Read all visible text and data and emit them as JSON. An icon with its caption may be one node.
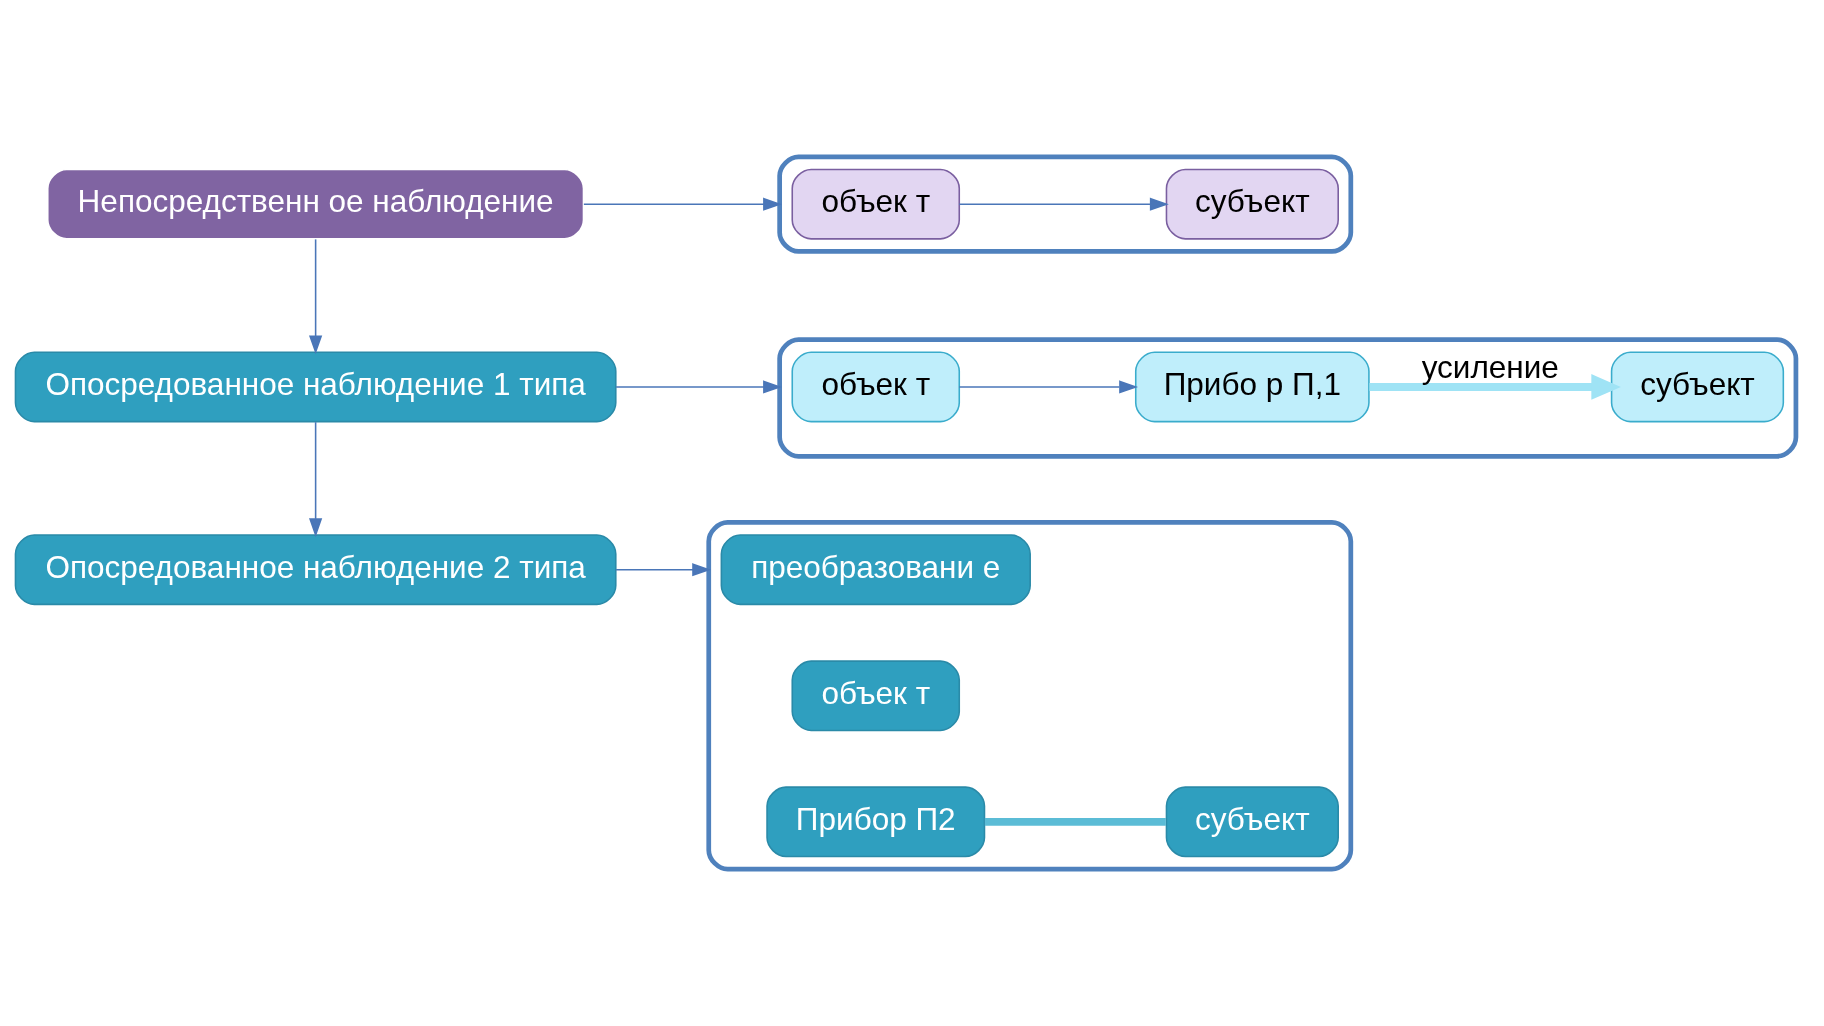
{
  "diagram": {
    "nodes": [
      {
        "text": [
          "Непосредственн ое наблюдение"
        ]
      },
      {
        "text": [],
        "shape": "box"
      },
      {
        "text": [
          "объек т"
        ],
        "in": 1
      },
      {
        "text": [
          "субъект"
        ],
        "in": 1
      },
      {
        "text": [
          "Опосредованное наблюдение 1 типа"
        ]
      },
      {
        "text": [],
        "shape": "box"
      },
      {
        "text": [
          "объек т"
        ],
        "in": 5
      },
      {
        "text": [
          "Прибо р П,1"
        ],
        "in": 5
      },
      {
        "text": [
          "субъект"
        ],
        "in": 5
      },
      {
        "text": [
          "Опосредованное наблюдение 2 типа"
        ]
      },
      {
        "text": [],
        "shape": "box"
      },
      {
        "text": [
          "преобразовани е"
        ],
        "in": 10
      },
      {
        "text": [
          "объек т"
        ],
        "in": 10
      },
      {
        "text": [
          "Прибор П2"
        ],
        "in": 10
      },
      {
        "text": [
          "субъект"
        ],
        "in": 10
      }
    ],
    "edges": [
      {
        "from": 0,
        "to": 1,
        "arrow": "to"
      },
      {
        "from": 2,
        "to": 3,
        "arrow": "to"
      },
      {
        "from": 0,
        "to": 4,
        "arrow": "to"
      },
      {
        "from": 4,
        "to": 5,
        "arrow": "to"
      },
      {
        "from": 6,
        "to": 7,
        "arrow": "to"
      },
      {
        "from": 7,
        "to": 8,
        "arrow": "to",
        "label": "усиление",
        "style": "thick",
        "color": "#9fe3f5"
      },
      {
        "from": 4,
        "to": 9,
        "arrow": "to"
      },
      {
        "from": 9,
        "to": 10,
        "arrow": "to"
      },
      {
        "from": 13,
        "to": 14,
        "arrow": "none",
        "style": "thick",
        "color": "#5bbcd6"
      }
    ]
  }
}
